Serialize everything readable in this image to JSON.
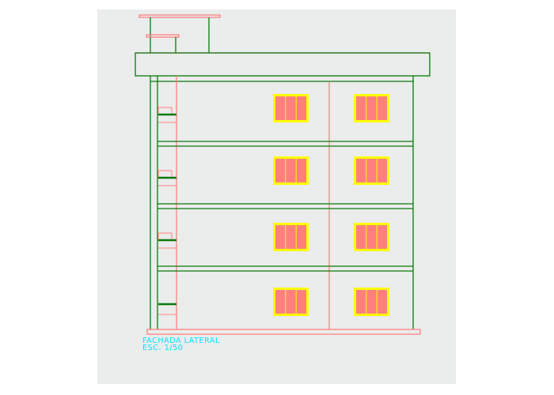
{
  "drawing": {
    "title": "FACHADA LATERAL",
    "scale": "ESC. 1/50"
  },
  "colors": {
    "page_background": "#ffffff",
    "sheet_background": "#ebecec",
    "structure_line": "#0a7a0a",
    "red_line": "#ff7f7f",
    "window_frame": "#ffff00",
    "window_glass": "#ff7f7f",
    "label_text": "#00e5ff",
    "ladder_rung": "#0a7a0a"
  },
  "elevation": {
    "floors": 4,
    "windows_per_floor": 2,
    "panes_per_window": 3
  }
}
